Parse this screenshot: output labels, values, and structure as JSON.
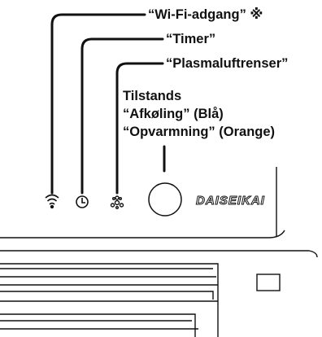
{
  "labels": {
    "wifi": "“Wi-Fi-adgang” ※",
    "timer": "“Timer”",
    "plasma": "“Plasmaluftrenser”",
    "status_line1": "Tilstands",
    "status_line2": "“Afkøling” (Blå)",
    "status_line3": "“Opvarmning” (Orange)"
  },
  "brand": "DAISEIKAI"
}
